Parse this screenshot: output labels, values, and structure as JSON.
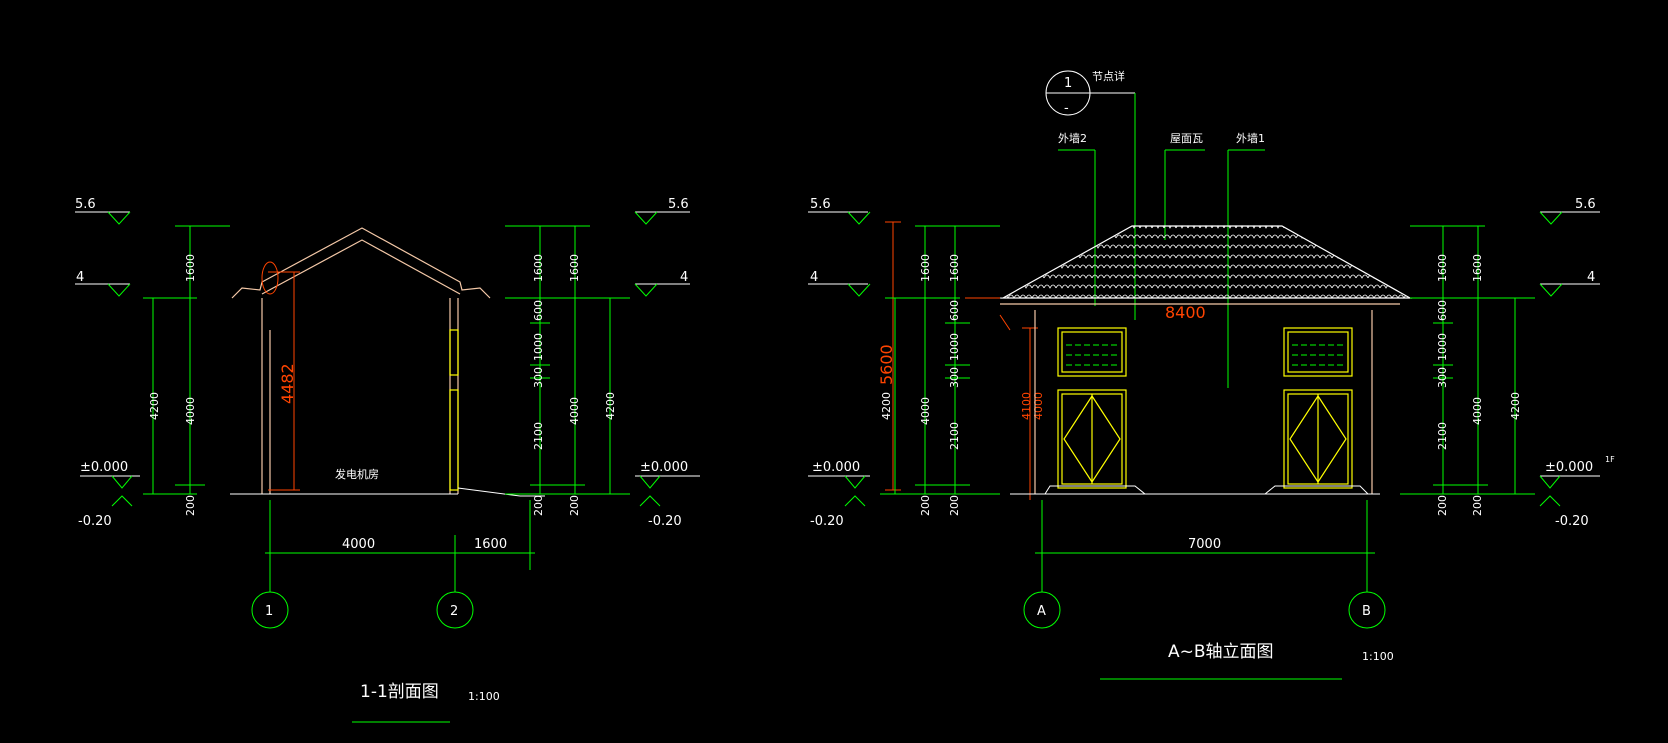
{
  "colors": {
    "background": "#000000",
    "dimension": "#00ff00",
    "outline": "#ffffff",
    "annotation": "#ff4400",
    "opening": "#ffff00",
    "wall": "#f5c9a8"
  },
  "section": {
    "title": "1-1剖面图",
    "scale": "1:100",
    "room_label": "发电机房",
    "levels": {
      "top": "5.6",
      "eave": "4",
      "floor": "±0.000",
      "ground": "-0.20"
    },
    "dims_left_outer": [
      "1600",
      "4000",
      "200"
    ],
    "dims_left_total": "4200",
    "dims_right_inner": [
      "1600",
      "600",
      "1000",
      "300",
      "2100",
      "200"
    ],
    "dims_right_mid": [
      "1600",
      "4000",
      "200"
    ],
    "dims_right_total": "4200",
    "inner_height": "4482",
    "dims_bottom": [
      "4000",
      "1600"
    ],
    "axes": [
      "1",
      "2"
    ]
  },
  "elevation": {
    "title": "A~B轴立面图",
    "scale": "1:100",
    "callout": {
      "number": "1",
      "sheet": "-",
      "label": "节点详"
    },
    "labels": {
      "wall2": "外墙2",
      "roof": "屋面瓦",
      "wall1": "外墙1"
    },
    "levels": {
      "top": "5.6",
      "eave": "4",
      "floor": "±0.000",
      "ground": "-0.20"
    },
    "red_dims": {
      "total": "5600",
      "width": "8400",
      "h1": "4100",
      "h2": "4000"
    },
    "dims_left_outer": [
      "1600",
      "4000",
      "200"
    ],
    "dims_left_total": "4200",
    "dims_left_inner": [
      "1600",
      "600",
      "1000",
      "300",
      "2100",
      "200"
    ],
    "dims_right_inner": [
      "1600",
      "600",
      "1000",
      "300",
      "2100",
      "200"
    ],
    "dims_right_mid": [
      "1600",
      "4000",
      "200"
    ],
    "dims_right_total": "4200",
    "dims_bottom": [
      "7000"
    ],
    "axes": [
      "A",
      "B"
    ],
    "floor_marker": "1F"
  }
}
